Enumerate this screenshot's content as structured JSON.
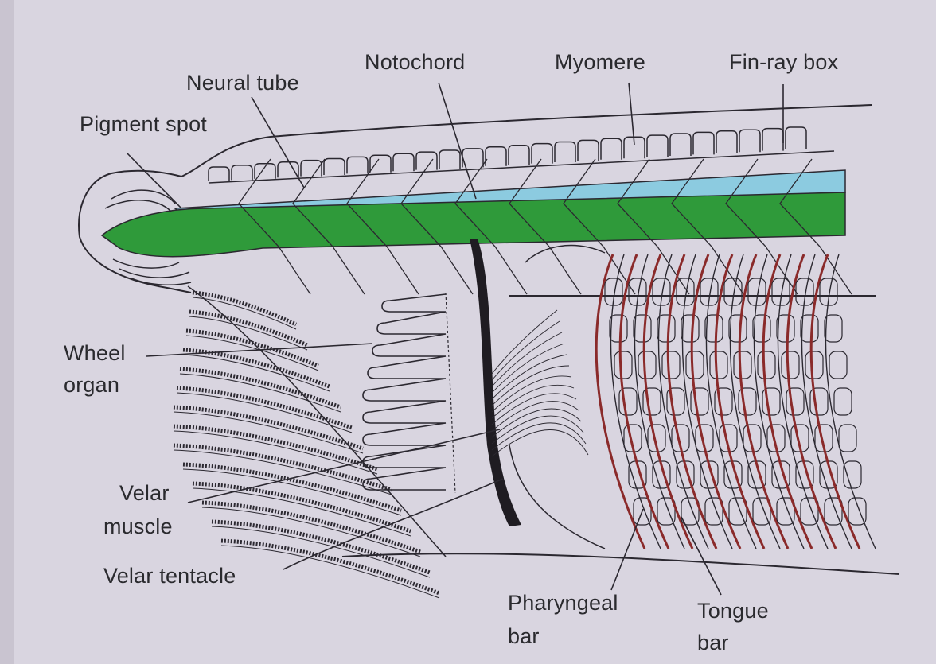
{
  "labels": {
    "notochord": "Notochord",
    "myomere": "Myomere",
    "fin_ray_box": "Fin-ray box",
    "neural_tube": "Neural tube",
    "pigment_spot": "Pigment spot",
    "wheel_organ_1": "Wheel",
    "wheel_organ_2": "organ",
    "velar_muscle_1": "Velar",
    "velar_muscle_2": "muscle",
    "velar_tentacle": "Velar tentacle",
    "pharyngeal_bar_1": "Pharyngeal",
    "pharyngeal_bar_2": "bar",
    "tongue_bar_1": "Tongue",
    "tongue_bar_2": "bar"
  },
  "colors": {
    "background": "#d9d5e0",
    "line": "#2b2830",
    "notochord": "#2f9a3a",
    "neural_tube": "#8ccbe0",
    "pharyngeal_bar": "#8a2a2a"
  }
}
